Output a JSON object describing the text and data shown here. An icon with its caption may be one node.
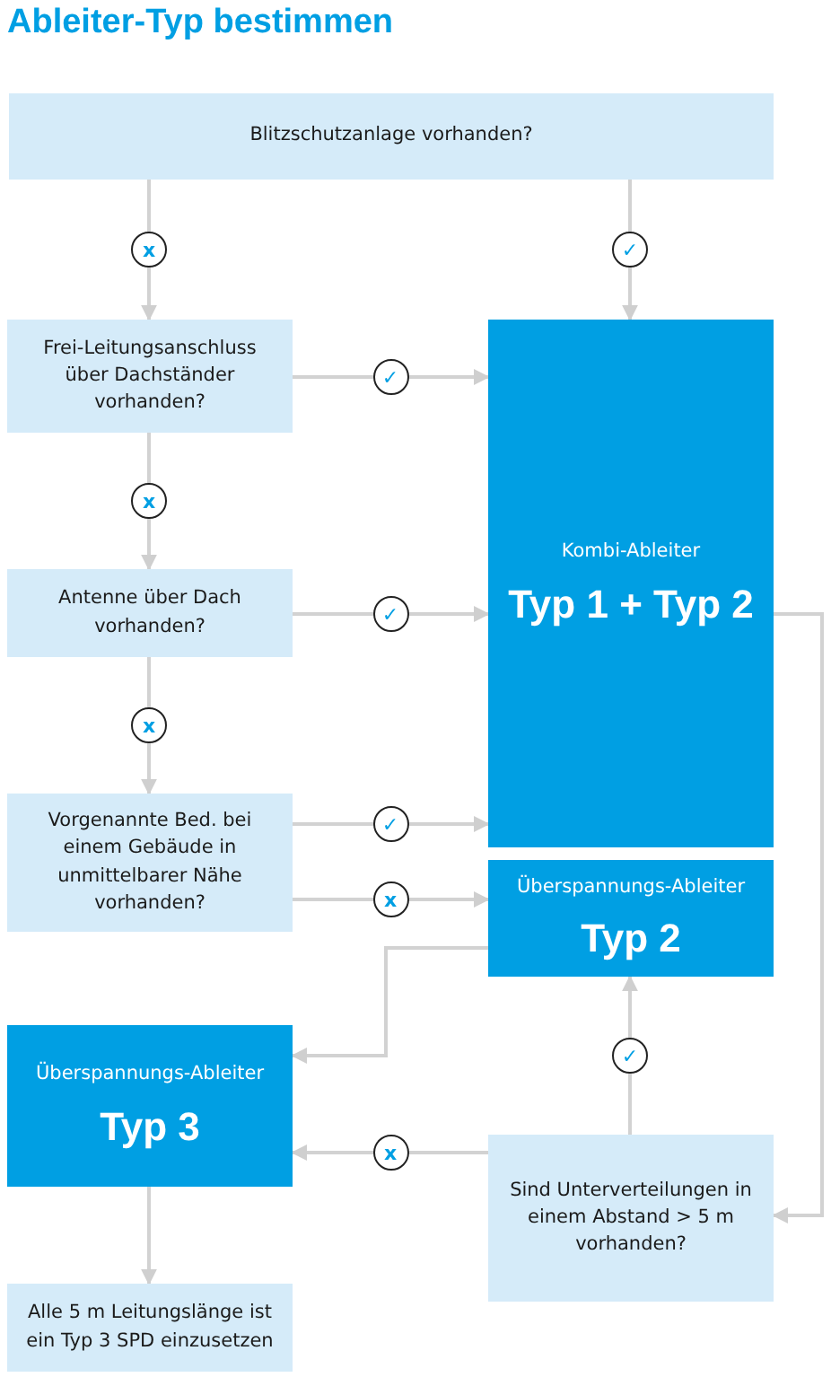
{
  "diagram": {
    "title": "Ableiter-Typ bestimmen",
    "nodes": [
      {
        "text": [
          "Blitzschutzanlage vorhanden?"
        ]
      },
      {
        "text": [
          "Frei-Leitungsanschluss über Dachständer vorhanden?"
        ]
      },
      {
        "text": [
          "Kombi-Ableiter",
          "Typ 1 + Typ 2"
        ]
      },
      {
        "text": [
          "Antenne über Dach vorhanden?"
        ]
      },
      {
        "text": [
          "Vorgenannte Bed. bei einem Gebäude in unmittelbarer Nähe vorhanden?"
        ]
      },
      {
        "text": [
          "Überspannungs-Ableiter",
          "Typ 2"
        ]
      },
      {
        "text": [
          "Überspannungs-Ableiter",
          "Typ 3"
        ]
      },
      {
        "text": [
          "Sind Unterverteilungen in einem Abstand > 5 m vorhanden?"
        ]
      },
      {
        "text": [
          "Alle 5 m Leitungslänge ist ein Typ 3 SPD einzusetzen"
        ]
      }
    ],
    "edges": [
      {
        "from": 0,
        "to": 1,
        "arrow": "to",
        "label": "x"
      },
      {
        "from": 0,
        "to": 2,
        "arrow": "to",
        "label": "✓"
      },
      {
        "from": 1,
        "to": 2,
        "arrow": "to",
        "label": "✓"
      },
      {
        "from": 1,
        "to": 3,
        "arrow": "to",
        "label": "x"
      },
      {
        "from": 3,
        "to": 2,
        "arrow": "to",
        "label": "✓"
      },
      {
        "from": 3,
        "to": 4,
        "arrow": "to",
        "label": "x"
      },
      {
        "from": 4,
        "to": 2,
        "arrow": "to",
        "label": "✓"
      },
      {
        "from": 4,
        "to": 5,
        "arrow": "to",
        "label": "x"
      },
      {
        "from": 2,
        "to": 7,
        "arrow": "to"
      },
      {
        "from": 5,
        "to": 6,
        "arrow": "to"
      },
      {
        "from": 7,
        "to": 5,
        "arrow": "to",
        "label": "✓"
      },
      {
        "from": 7,
        "to": 6,
        "arrow": "to",
        "label": "x"
      },
      {
        "from": 6,
        "to": 8,
        "arrow": "to"
      }
    ]
  }
}
